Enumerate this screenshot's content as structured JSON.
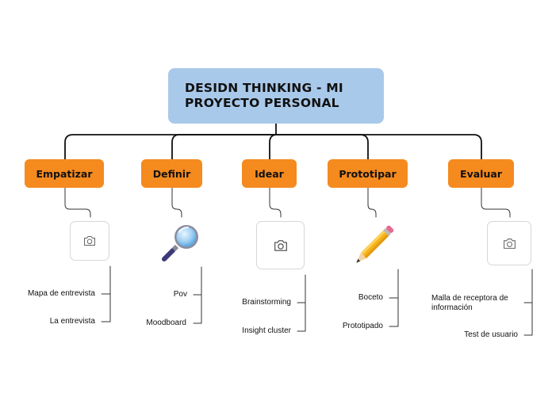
{
  "title": "DESIDN THINKING - MI PROYECTO PERSONAL",
  "title_lines": [
    "DESIDN THINKING - MI",
    "PROYECTO PERSONAL"
  ],
  "branches": [
    {
      "label": "Empatizar",
      "image": "camera-placeholder-icon",
      "leaves": [
        "Mapa de entrevista",
        "La entrevista"
      ]
    },
    {
      "label": "Definir",
      "image": "magnifying-glass-icon",
      "leaves": [
        "Pov",
        "Moodboard"
      ]
    },
    {
      "label": "Idear",
      "image": "camera-placeholder-icon",
      "leaves": [
        "Brainstorming",
        "Insight cluster"
      ]
    },
    {
      "label": "Prototipar",
      "image": "pencil-icon",
      "leaves": [
        "Boceto",
        "Prototipado"
      ]
    },
    {
      "label": "Evaluar",
      "image": "camera-placeholder-icon",
      "leaves": [
        "Malla de receptora de información",
        "Test de usuario"
      ]
    }
  ],
  "colors": {
    "root": "#a9c9ea",
    "branch": "#f58a1f",
    "line": "#111111"
  }
}
